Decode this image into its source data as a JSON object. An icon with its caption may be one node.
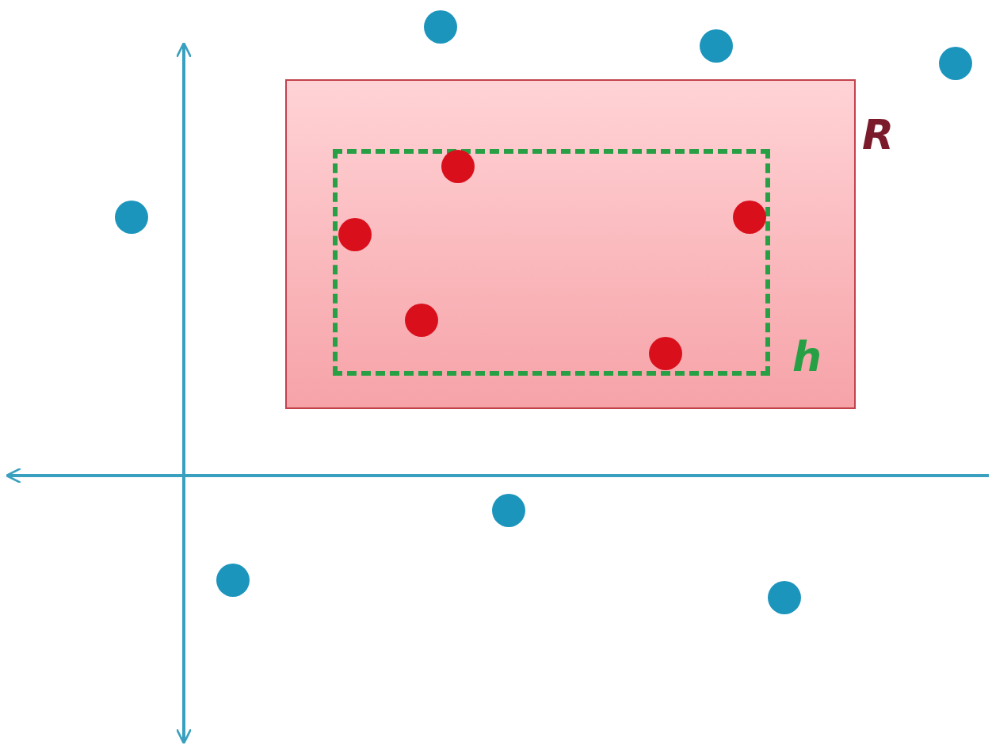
{
  "diagram": {
    "nodes": [
      {
        "text": [
          "R"
        ]
      },
      {
        "text": [
          "h"
        ],
        "in": 0
      }
    ]
  }
}
